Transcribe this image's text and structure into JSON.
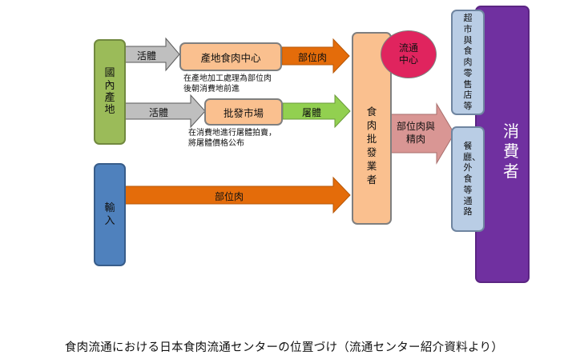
{
  "nodes": {
    "domestic_origin": "國內產地",
    "imports": "輸入",
    "origin_meat_center": "產地食肉中心",
    "wholesale_market": "批發市場",
    "meat_wholesaler": "食肉批發業者",
    "distribution_center": "流通中心",
    "supermarket_retail": "超市與食肉零售店等",
    "restaurant_foodservice": "餐廳、外食等通路",
    "consumer": "消費者"
  },
  "edges": {
    "live_animal_1": "活體",
    "live_animal_2": "活體",
    "cuts_1": "部位肉",
    "carcass": "屠體",
    "cuts_2": "部位肉",
    "cuts_and_lean": "部位肉與精肉"
  },
  "notes": {
    "meat_center_note_1": "在產地加工處理為部位肉",
    "meat_center_note_2": "後朝消費地前進",
    "market_note_1": "在消費地進行屠體拍賣，",
    "market_note_2": "將屠體價格公布"
  },
  "caption": "食肉流通における日本食肉流通センターの位置づけ（流通センター紹介資料より）",
  "colors": {
    "green_fill": "#9bbb59",
    "green_border": "#71893f",
    "blue_fill": "#4f81bd",
    "blue_border": "#385d8a",
    "peach_fill": "#fac08f",
    "peach_border": "#7f7f7f",
    "red_fill": "#e0245e",
    "red_border": "#7f7f7f",
    "light_blue_fill": "#b9cde5",
    "light_blue_border": "#6f85a0",
    "purple_fill": "#7030a0",
    "purple_border": "#5b2583",
    "gray_arrow": "#bfbfbf",
    "orange_arrow": "#e46c0a",
    "lime_arrow": "#92d050",
    "pink_arrow": "#d99694"
  }
}
